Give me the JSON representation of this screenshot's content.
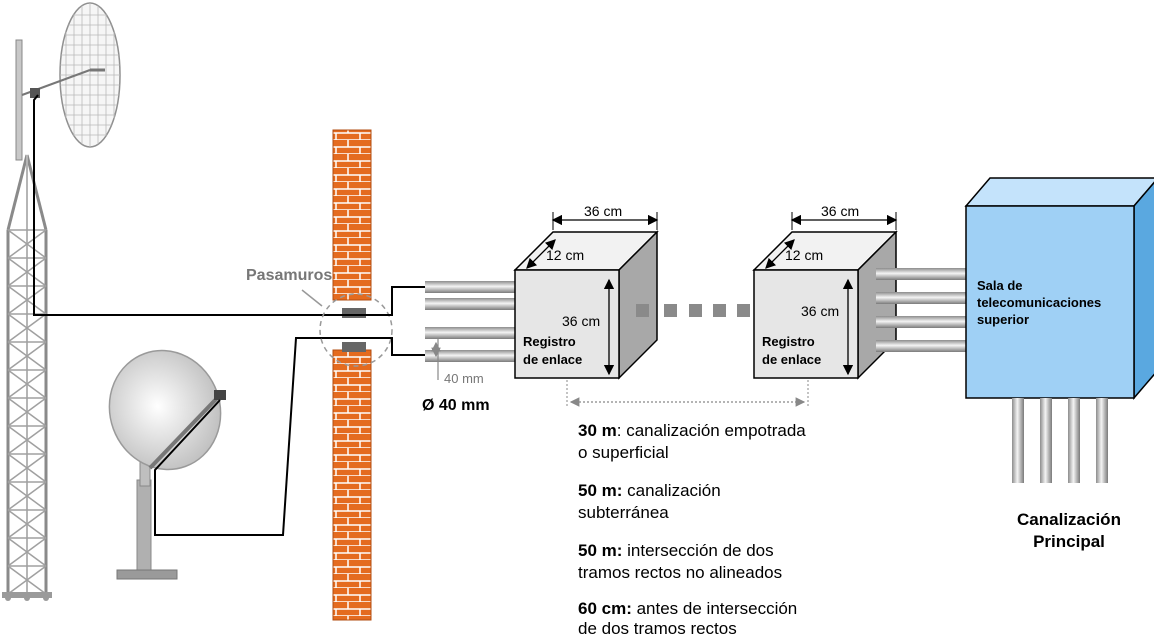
{
  "labels": {
    "pasamuros": "Pasamuros",
    "tube_spacing": "40 mm",
    "tube_diameter": "Ø 40 mm",
    "dots_desc": "......",
    "room_label": [
      "Sala de",
      "telecomunicaciones",
      "superior"
    ],
    "canalizacion": [
      "Canalización",
      "Principal"
    ]
  },
  "boxes": [
    {
      "name": "Registro de enlace",
      "line1": "Registro",
      "line2": "de enlace",
      "width": "36 cm",
      "depth": "12 cm",
      "height": "36 cm"
    },
    {
      "name": "Registro de enlace",
      "line1": "Registro",
      "line2": "de enlace",
      "width": "36 cm",
      "depth": "12 cm",
      "height": "36 cm"
    }
  ],
  "notes": [
    {
      "bold": "30 m",
      "rest": ": canalización empotrada",
      "rest2": "o superficial"
    },
    {
      "bold": "50 m:",
      "rest": " canalización",
      "rest2": "subterránea"
    },
    {
      "bold": "50 m:",
      "rest": " intersección de dos",
      "rest2": "tramos rectos no alineados"
    },
    {
      "bold": "60 cm:",
      "rest": " antes de intersección",
      "rest2": "de dos tramos rectos"
    }
  ],
  "colors": {
    "brick": "#e46b1f",
    "room_front": "#9fd0f5",
    "room_side": "#5aa8e0",
    "box_front": "#e6e6e6",
    "box_side": "#a8a8a8"
  }
}
